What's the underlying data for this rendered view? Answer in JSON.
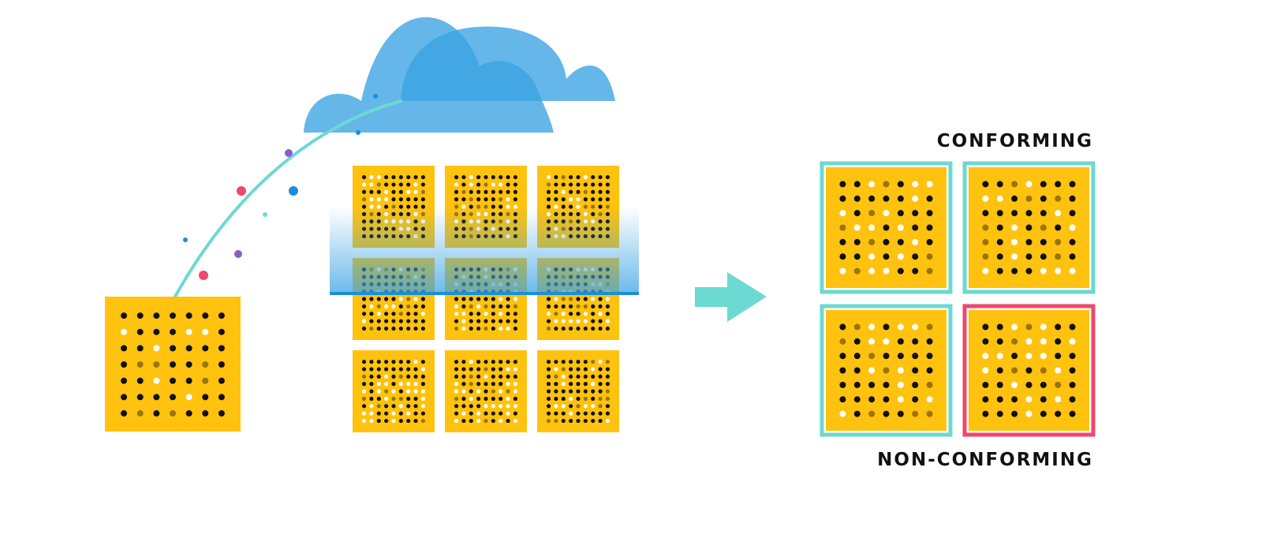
{
  "labels": {
    "conforming": "CONFORMING",
    "non_conforming": "NON-CONFORMING"
  },
  "colors": {
    "tile": "#FFC20E",
    "cloud": "#3AA3E3",
    "curve": "#6CD9D2",
    "arrow": "#6CD9D2",
    "conforming_border": "#6CD9D2",
    "non_conforming_border": "#EF476F",
    "scan_line": "#1A8FD8",
    "dot_dark": "#111111",
    "dot_light": "#ffffff",
    "dot_mid": "#9A7408",
    "particle_red": "#EF476F",
    "particle_purple": "#8E5CC8",
    "particle_blue": "#1A8FD8",
    "particle_teal": "#6CD9D2"
  },
  "icons": {
    "cloud": "cloud-icon",
    "arrow": "arrow-right-icon"
  },
  "groups": {
    "source_tile_count": 1,
    "tile_grid": {
      "rows": 3,
      "cols": 3
    },
    "results": [
      {
        "status": "conforming"
      },
      {
        "status": "conforming"
      },
      {
        "status": "conforming"
      },
      {
        "status": "non_conforming"
      }
    ]
  }
}
